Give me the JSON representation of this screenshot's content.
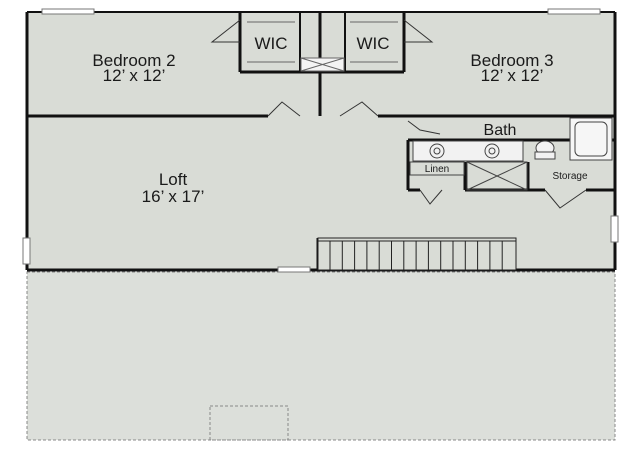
{
  "rooms": {
    "bedroom2": {
      "name": "Bedroom 2",
      "size": "12’ x 12’"
    },
    "bedroom3": {
      "name": "Bedroom 3",
      "size": "12’ x 12’"
    },
    "wic_left": {
      "name": "WIC"
    },
    "wic_right": {
      "name": "WIC"
    },
    "loft": {
      "name": "Loft",
      "size": "16’ x 17’"
    },
    "bath": {
      "name": "Bath"
    },
    "linen": {
      "name": "Linen"
    },
    "storage": {
      "name": "Storage"
    }
  },
  "colors": {
    "floor": "#d9dcd6",
    "wall": "#111111",
    "open_area": "#dcdfda",
    "background": "#ffffff"
  }
}
